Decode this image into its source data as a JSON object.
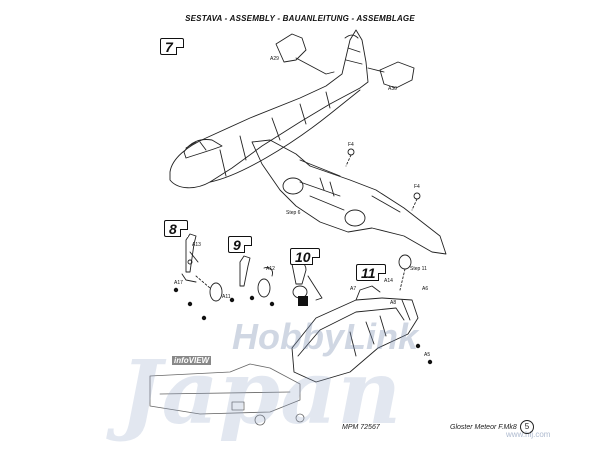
{
  "header": "SESTAVA - ASSEMBLY - BAUANLEITUNG - ASSEMBLAGE",
  "steps": {
    "s7": "7",
    "s8": "8",
    "s9": "9",
    "s10": "10",
    "s11": "11"
  },
  "part_labels": {
    "a29": "A29",
    "a30": "A30",
    "f4_upper": "F4",
    "f4_lower": "F4",
    "step6": "Step 6",
    "a13": "A13",
    "a17": "A17",
    "a11": "A11",
    "a12": "A12",
    "a7": "A7",
    "a14": "A14",
    "a8": "A8",
    "a6": "A6",
    "a5": "A5",
    "step11": "Step 11"
  },
  "footer": {
    "code": "MPM 72567",
    "title": "Gloster Meteor F.Mk8",
    "page": "5"
  },
  "watermark": {
    "brand": "HobbyLink",
    "script": "Japan",
    "url": "www.hlj.com",
    "badge": "infoVIEW"
  }
}
